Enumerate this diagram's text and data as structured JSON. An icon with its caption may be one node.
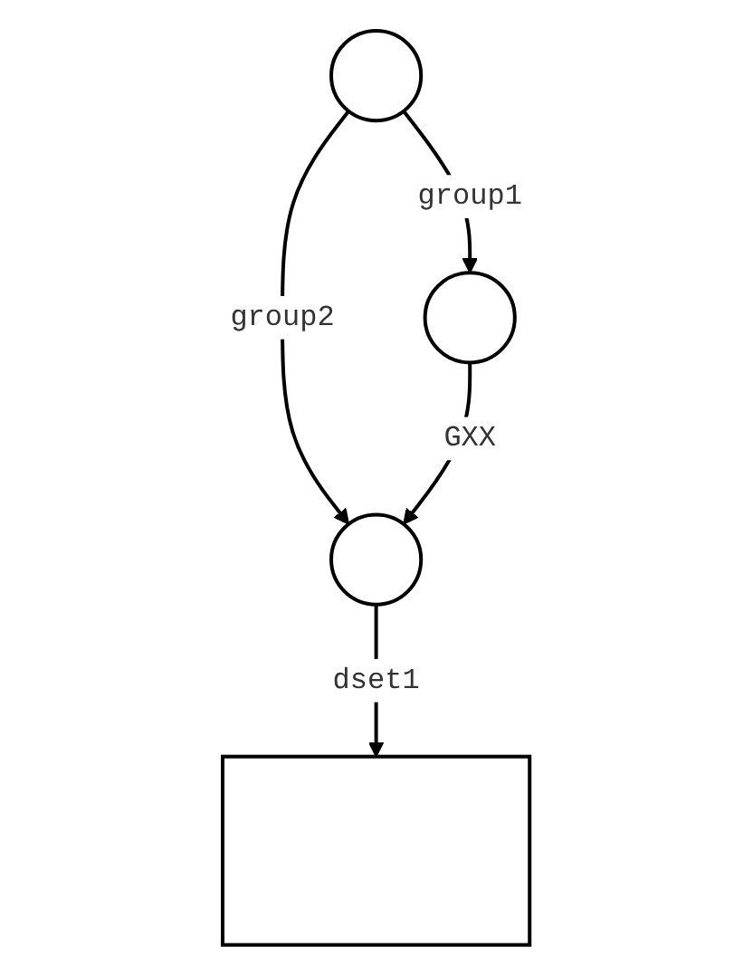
{
  "diagram": {
    "nodes": [
      {
        "text": [],
        "shape": "circle"
      },
      {
        "text": [],
        "shape": "circle"
      },
      {
        "text": [],
        "shape": "circle"
      },
      {
        "text": [],
        "shape": "box"
      }
    ],
    "edges": [
      {
        "from": 0,
        "to": 1,
        "arrow": "to",
        "label": "group1"
      },
      {
        "from": 0,
        "to": 2,
        "arrow": "to",
        "label": "group2"
      },
      {
        "from": 1,
        "to": 2,
        "arrow": "to",
        "label": "GXX"
      },
      {
        "from": 2,
        "to": 3,
        "arrow": "to",
        "label": "dset1"
      }
    ]
  }
}
